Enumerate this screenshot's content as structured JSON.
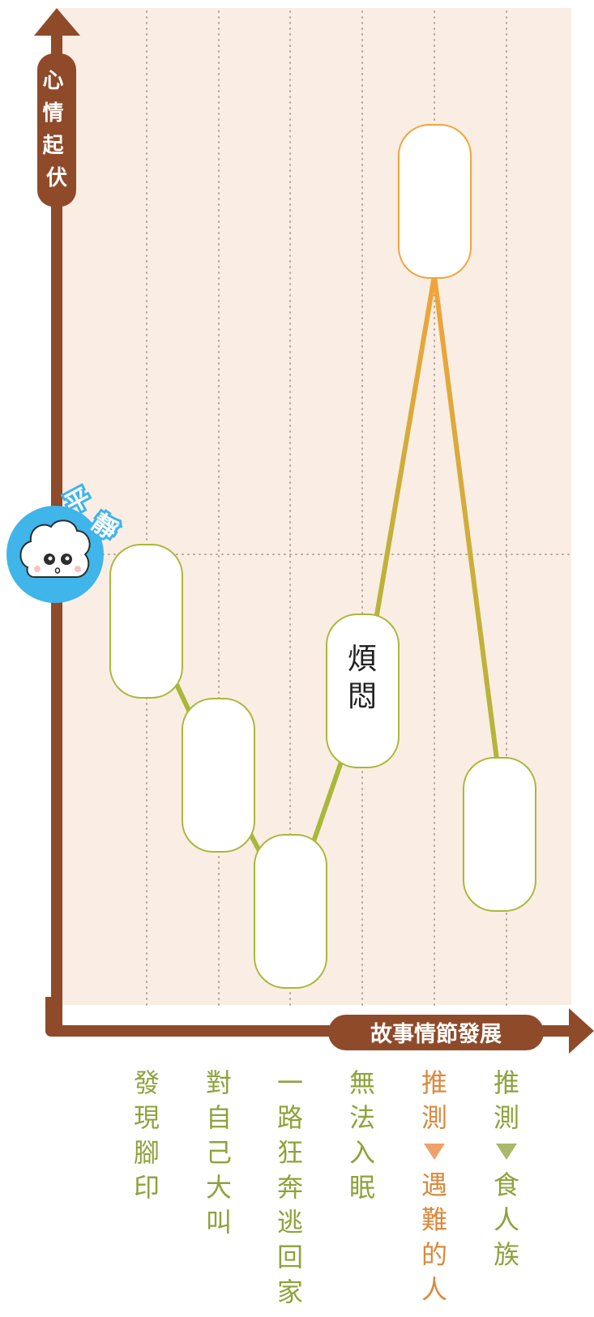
{
  "y_axis_label": "心情起伏",
  "x_axis_label": "故事情節發展",
  "baseline_badge": "平靜",
  "mood_boxes": [
    {
      "text": ""
    },
    {
      "text": ""
    },
    {
      "text": ""
    },
    {
      "text": "煩悶"
    },
    {
      "text": ""
    },
    {
      "text": ""
    }
  ],
  "stages": [
    {
      "parts": [
        "發現腳印"
      ],
      "color": "#8ea23c"
    },
    {
      "parts": [
        "對自己大叫"
      ],
      "color": "#8ea23c"
    },
    {
      "parts": [
        "一路狂奔逃回家"
      ],
      "color": "#8ea23c"
    },
    {
      "parts": [
        "無法入眠"
      ],
      "color": "#8ea23c"
    },
    {
      "parts": [
        "推測",
        "遇難的人"
      ],
      "color": "#d98a3f"
    },
    {
      "parts": [
        "推測",
        "食人族"
      ],
      "color": "#8ea23c"
    }
  ],
  "colors": {
    "background": "#f9ede4",
    "axis": "#8f4a2a",
    "line_low": "#a9b83a",
    "line_high": "#f0a43a",
    "box_border_green": "#a9b83a",
    "box_border_orange": "#f0a43a",
    "badge": "#3fb5ea"
  },
  "icons": {
    "mascot": "smiling-cloud-face-icon"
  }
}
